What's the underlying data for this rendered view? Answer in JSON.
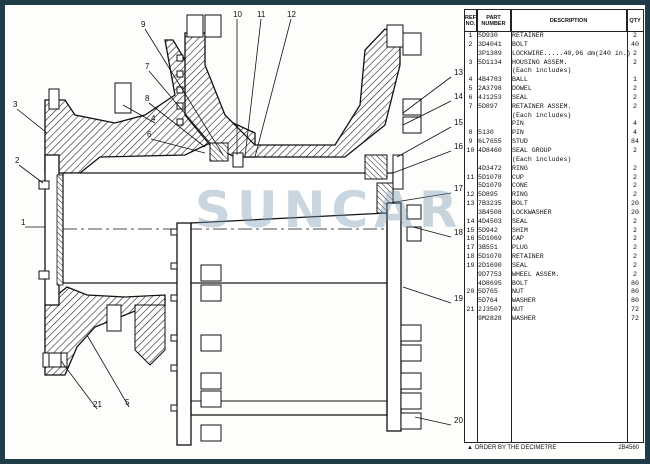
{
  "watermark": "SUNCAR",
  "callouts": [
    "1",
    "2",
    "3",
    "4",
    "5",
    "6",
    "7",
    "8",
    "9",
    "10",
    "11",
    "12",
    "13",
    "14",
    "15",
    "16",
    "17",
    "18",
    "19",
    "20",
    "21"
  ],
  "table": {
    "headers": {
      "ref": "REF NO.",
      "part": "PART NUMBER",
      "desc": "DESCRIPTION",
      "qty": "QTY"
    },
    "rows": [
      {
        "ref": "1",
        "pn": "5D930",
        "desc": "RETAINER",
        "qty": "2"
      },
      {
        "ref": "2",
        "pn": "3D4041",
        "desc": "BOLT",
        "qty": "40"
      },
      {
        "ref": "",
        "pn": "3P1389",
        "desc": "LOCKWIRE.....40,96 dm(240 in.)",
        "qty": "2"
      },
      {
        "ref": "3",
        "pn": "5D1134",
        "desc": "HOUSING ASSEM.",
        "qty": "2"
      },
      {
        "ref": "",
        "pn": "",
        "desc": "(Each includes)",
        "qty": ""
      },
      {
        "ref": "4",
        "pn": "4B4783",
        "desc": "BALL",
        "qty": "1"
      },
      {
        "ref": "5",
        "pn": "2A3798",
        "desc": "DOWEL",
        "qty": "2"
      },
      {
        "ref": "6",
        "pn": "4J1253",
        "desc": "SEAL",
        "qty": "2"
      },
      {
        "ref": "7",
        "pn": "5D897",
        "desc": "RETAINER ASSEM.",
        "qty": "2"
      },
      {
        "ref": "",
        "pn": "",
        "desc": "(Each includes)",
        "qty": ""
      },
      {
        "ref": "",
        "pn": "",
        "desc": "PIN",
        "qty": "4"
      },
      {
        "ref": "8",
        "pn": "5130",
        "desc": "PIN",
        "qty": "4"
      },
      {
        "ref": "9",
        "pn": "6L7655",
        "desc": "STUD",
        "qty": "84"
      },
      {
        "ref": "10",
        "pn": "4D8460",
        "desc": "SEAL GROUP",
        "qty": "2"
      },
      {
        "ref": "",
        "pn": "",
        "desc": "(Each includes)",
        "qty": ""
      },
      {
        "ref": "",
        "pn": "4D3472",
        "desc": "RING",
        "qty": "2"
      },
      {
        "ref": "11",
        "pn": "5D1078",
        "desc": "CUP",
        "qty": "2"
      },
      {
        "ref": "",
        "pn": "5D1079",
        "desc": "CONE",
        "qty": "2"
      },
      {
        "ref": "12",
        "pn": "5D895",
        "desc": "RING",
        "qty": "2"
      },
      {
        "ref": "13",
        "pn": "7B3235",
        "desc": "BOLT",
        "qty": "20"
      },
      {
        "ref": "",
        "pn": "3B4508",
        "desc": "LOCKWASHER",
        "qty": "20"
      },
      {
        "ref": "14",
        "pn": "4D4503",
        "desc": "SEAL",
        "qty": "2"
      },
      {
        "ref": "15",
        "pn": "5D942",
        "desc": "SHIM",
        "qty": "2"
      },
      {
        "ref": "16",
        "pn": "5D1069",
        "desc": "CAP",
        "qty": "2"
      },
      {
        "ref": "17",
        "pn": "3B551",
        "desc": "PLUG",
        "qty": "2"
      },
      {
        "ref": "18",
        "pn": "5D1070",
        "desc": "RETAINER",
        "qty": "2"
      },
      {
        "ref": "19",
        "pn": "2D1690",
        "desc": "SEAL",
        "qty": "2"
      },
      {
        "ref": "",
        "pn": "9D7753",
        "desc": "WHEEL ASSEM.",
        "qty": "2"
      },
      {
        "ref": "",
        "pn": "4D8695",
        "desc": "BOLT",
        "qty": "80"
      },
      {
        "ref": "20",
        "pn": "5D765",
        "desc": "NUT",
        "qty": "80"
      },
      {
        "ref": "",
        "pn": "5D764",
        "desc": "WASHER",
        "qty": "80"
      },
      {
        "ref": "21",
        "pn": "2J3507",
        "desc": "NUT",
        "qty": "72"
      },
      {
        "ref": "",
        "pn": "9M2828",
        "desc": "WASHER",
        "qty": "72"
      }
    ]
  },
  "footer": {
    "note": "▲ ORDER BY THE DECIMETRE",
    "code": "2B4560"
  }
}
